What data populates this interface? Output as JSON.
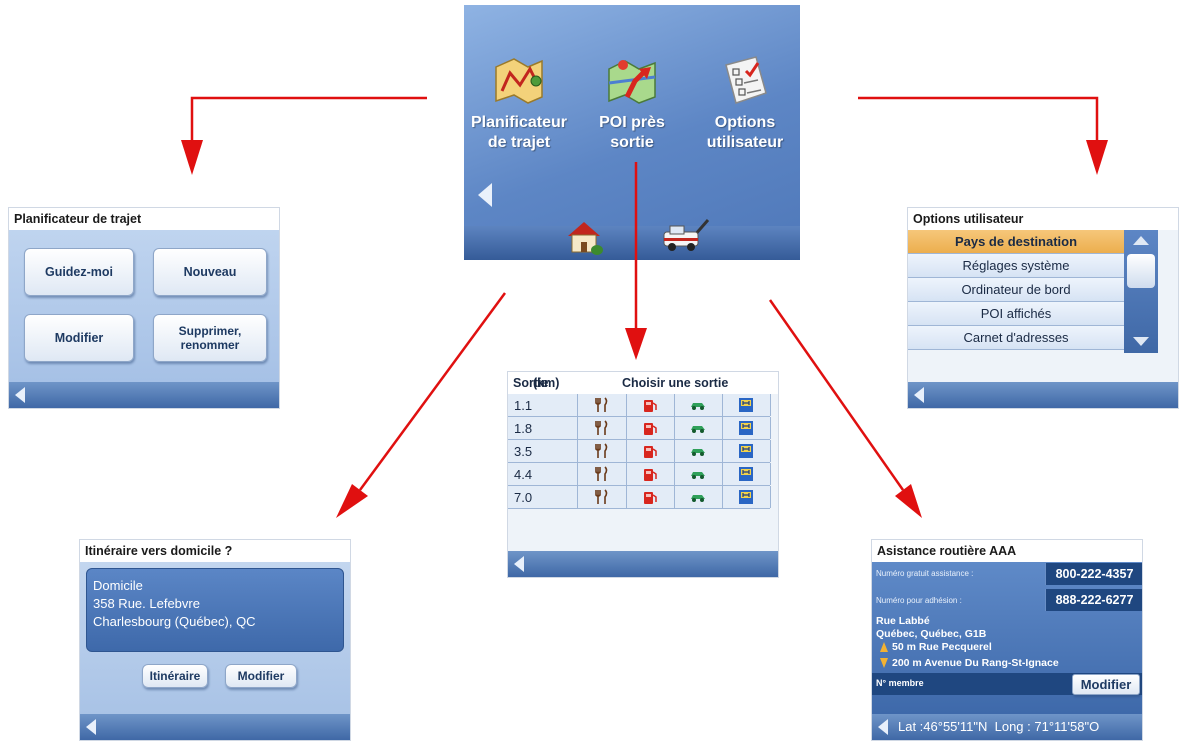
{
  "main_menu": {
    "items": [
      {
        "line1": "Planificateur",
        "line2": "de trajet",
        "icon": "route-planner-icon"
      },
      {
        "line1": "POI près",
        "line2": "sortie",
        "icon": "poi-map-icon"
      },
      {
        "line1": "Options",
        "line2": "utilisateur",
        "icon": "checklist-icon"
      }
    ],
    "bottom_icons": [
      "home-icon",
      "tow-truck-icon"
    ]
  },
  "trip_planner": {
    "title": "Planificateur de trajet",
    "buttons": {
      "guide": "Guidez-moi",
      "new": "Nouveau",
      "edit": "Modifier",
      "delete_line1": "Supprimer,",
      "delete_line2": "renommer"
    }
  },
  "user_options": {
    "title": "Options utilisateur",
    "items": [
      "Pays de destination",
      "Réglages système",
      "Ordinateur de bord",
      "POI affichés",
      "Carnet d'adresses"
    ]
  },
  "exits": {
    "col_header": "Sortie",
    "unit": "(km)",
    "title": "Choisir une sortie",
    "rows": [
      "1.1",
      "1.8",
      "3.5",
      "4.4",
      "7.0"
    ]
  },
  "home_route": {
    "title": "Itinéraire vers domicile ?",
    "name": "Domicile",
    "street": "358 Rue. Lefebvre",
    "city": "Charlesbourg (Québec), QC",
    "buttons": {
      "route": "Itinéraire",
      "edit": "Modifier"
    }
  },
  "aaa": {
    "title": "Asistance routière AAA",
    "toll_free_label": "Numéro gratuit assistance :",
    "toll_free_number": "800-222-4357",
    "membership_label": "Numéro pour adhésion :",
    "membership_number": "888-222-6277",
    "street": "Rue Labbé",
    "city": "Québec, Québec, G1B",
    "dir1": "50 m Rue Pecquerel",
    "dir2": "200 m Avenue Du Rang-St-Ignace",
    "member_label": "N° membre",
    "edit_button": "Modifier",
    "coords": "Lat :46°55'11\"N  Long : 71°11'58\"O"
  },
  "colors": {
    "arrow": "#e01010",
    "selected_row": "#f0b860",
    "bar": "#4a72b0"
  }
}
